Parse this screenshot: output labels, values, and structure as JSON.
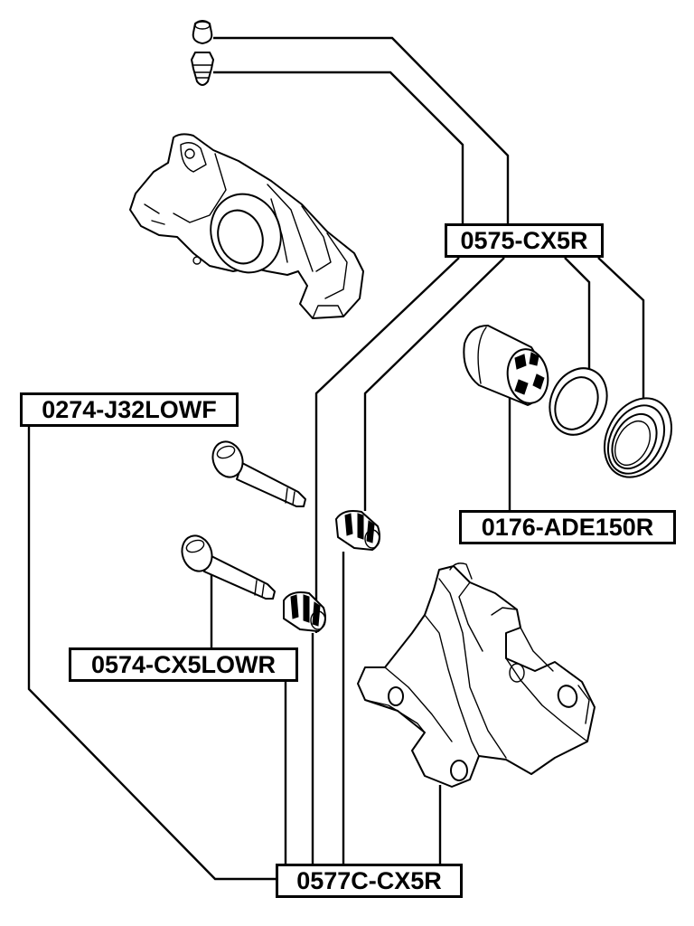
{
  "labels": {
    "caliper_seal_kit": "0575-CX5R",
    "guide_pin_lower": "0274-J32LOWF",
    "piston": "0176-ADE150R",
    "guide_pin_kit_lower": "0574-CX5LOWR",
    "caliper_bracket": "0577C-CX5R"
  }
}
